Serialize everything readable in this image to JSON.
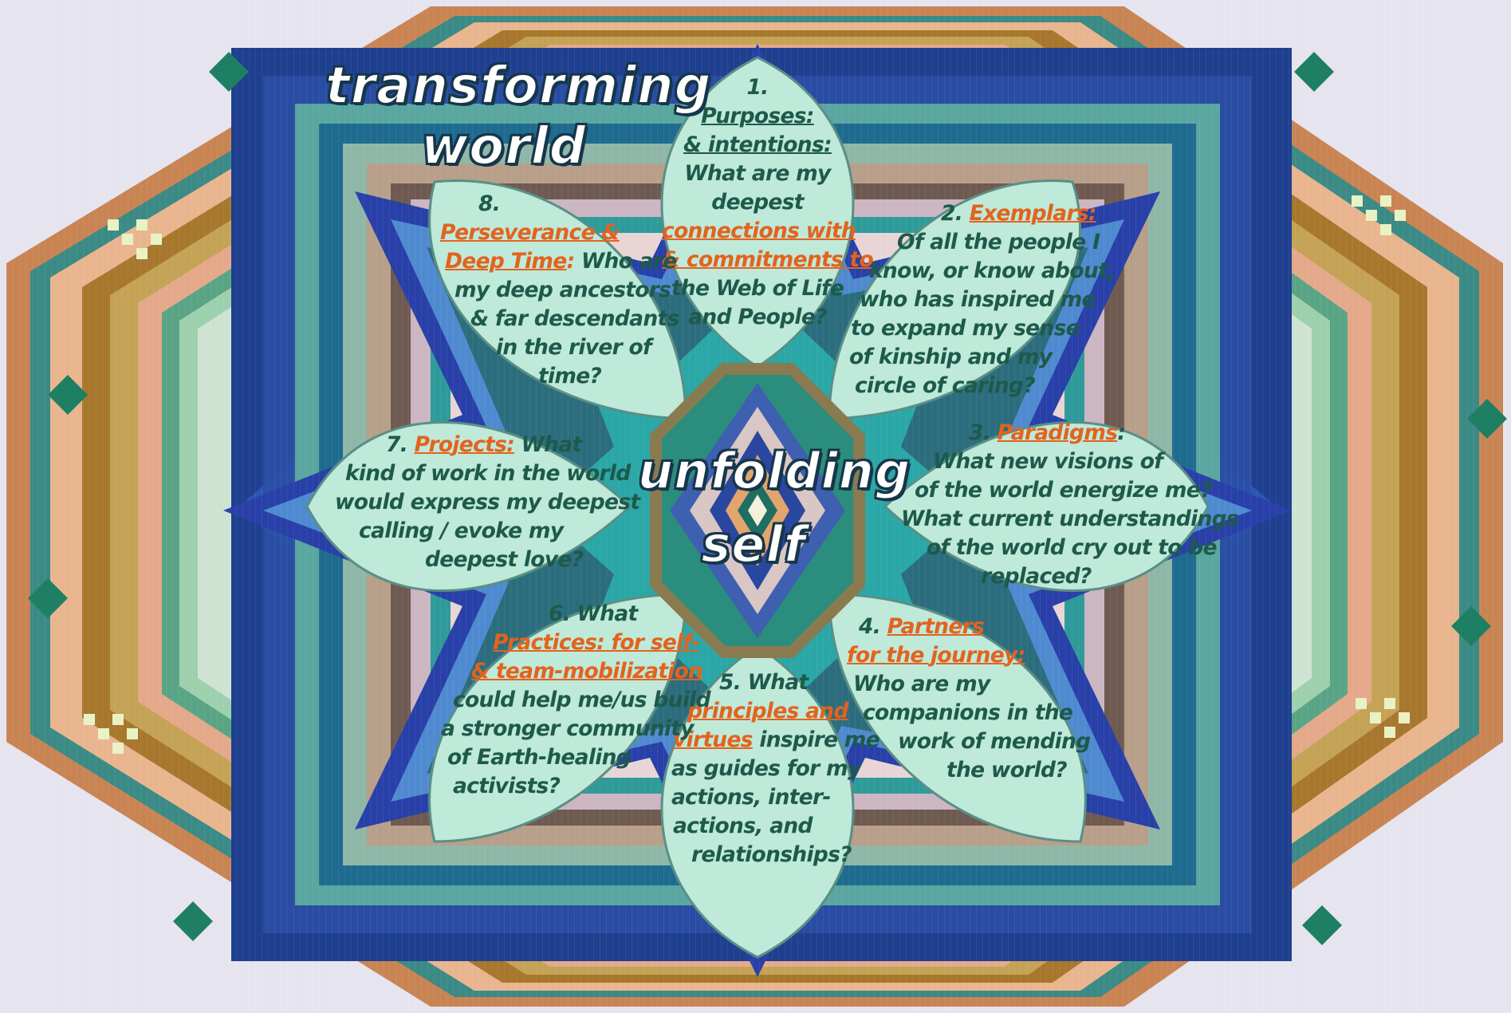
{
  "corner_title": {
    "line1": "transforming",
    "line2": "world"
  },
  "center_title": {
    "line1": "unfolding",
    "line2": "self"
  },
  "colors": {
    "petal_fill": "#bfe9d9",
    "petal_stroke": "#5a8f86",
    "text": "#1e5a4b",
    "highlight": "#e2631e",
    "center_teal": "#2aa7a6"
  },
  "petals": [
    {
      "num": "1.",
      "lines": [
        "Purposes:",
        "& intentions:",
        "What are my",
        "deepest",
        "connections with",
        "& commitments to",
        "the Web of Life",
        "and People?"
      ]
    },
    {
      "num": "2.",
      "heading": "Exemplars:",
      "lines": [
        "Of all the people I",
        "know, or know about,",
        "who has inspired me",
        "to expand my sense",
        "of kinship and my",
        "circle of caring?"
      ]
    },
    {
      "num": "3.",
      "heading": "Paradigms",
      "lines": [
        "What new visions of",
        "of the world energize me?",
        "What current understandings",
        "of the world cry out to be",
        "replaced?"
      ]
    },
    {
      "num": "4.",
      "lines": [
        "Partners",
        "for the journey:",
        "Who are my",
        "companions in the",
        "work of mending",
        "the  world?"
      ]
    },
    {
      "num": "5. What",
      "lines": [
        "principles and",
        "virtues",
        "inspire me",
        "as guides for my",
        "actions,  inter-",
        "actions, and",
        "relationships?"
      ]
    },
    {
      "num": "6. What",
      "lines": [
        "Practices: for self-",
        "& team-mobilization",
        "could help me/us build",
        "a stronger community",
        "of Earth-healing",
        "activists?"
      ]
    },
    {
      "num": "7.",
      "heading": "Projects:",
      "lines": [
        "What",
        "kind of work in the world",
        "would express my deepest",
        "calling / evoke my",
        "deepest love?"
      ]
    },
    {
      "num": "8.",
      "lines": [
        "Perseverance  &",
        "Deep Time",
        ": Who are",
        "my deep ancestors",
        "& far descendants",
        "in the river of",
        "time?"
      ]
    }
  ]
}
